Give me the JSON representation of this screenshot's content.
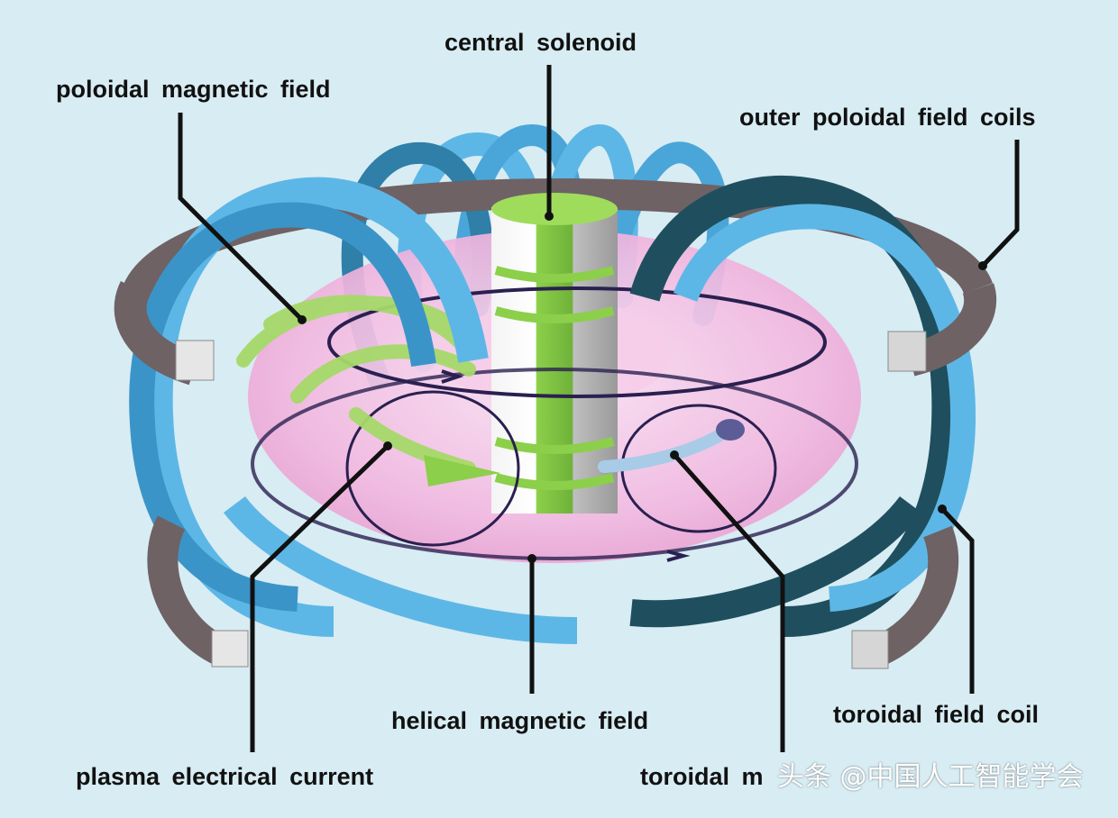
{
  "labels": {
    "central_solenoid": "central solenoid",
    "poloidal_magnetic_field": "poloidal magnetic field",
    "outer_poloidal_field_coils": "outer poloidal field coils",
    "helical_magnetic_field": "helical magnetic field",
    "toroidal_field_coil": "toroidal field coil",
    "plasma_electrical_current": "plasma electrical current",
    "toroidal_magnetic_field_partial": "toroidal m"
  },
  "watermark": "头条 @中国人工智能学会",
  "colors": {
    "background": "#d8ecf3",
    "plasma_torus": "#f2b8e0",
    "toroidal_coil_light": "#5db7e6",
    "toroidal_coil_dark": "#1f4f5e",
    "outer_poloidal_coil": "#6e6264",
    "central_solenoid": "#8ccf4a",
    "field_arrow_green": "#a6d96a",
    "field_line": "#2a2050",
    "leader_line": "#111111"
  }
}
